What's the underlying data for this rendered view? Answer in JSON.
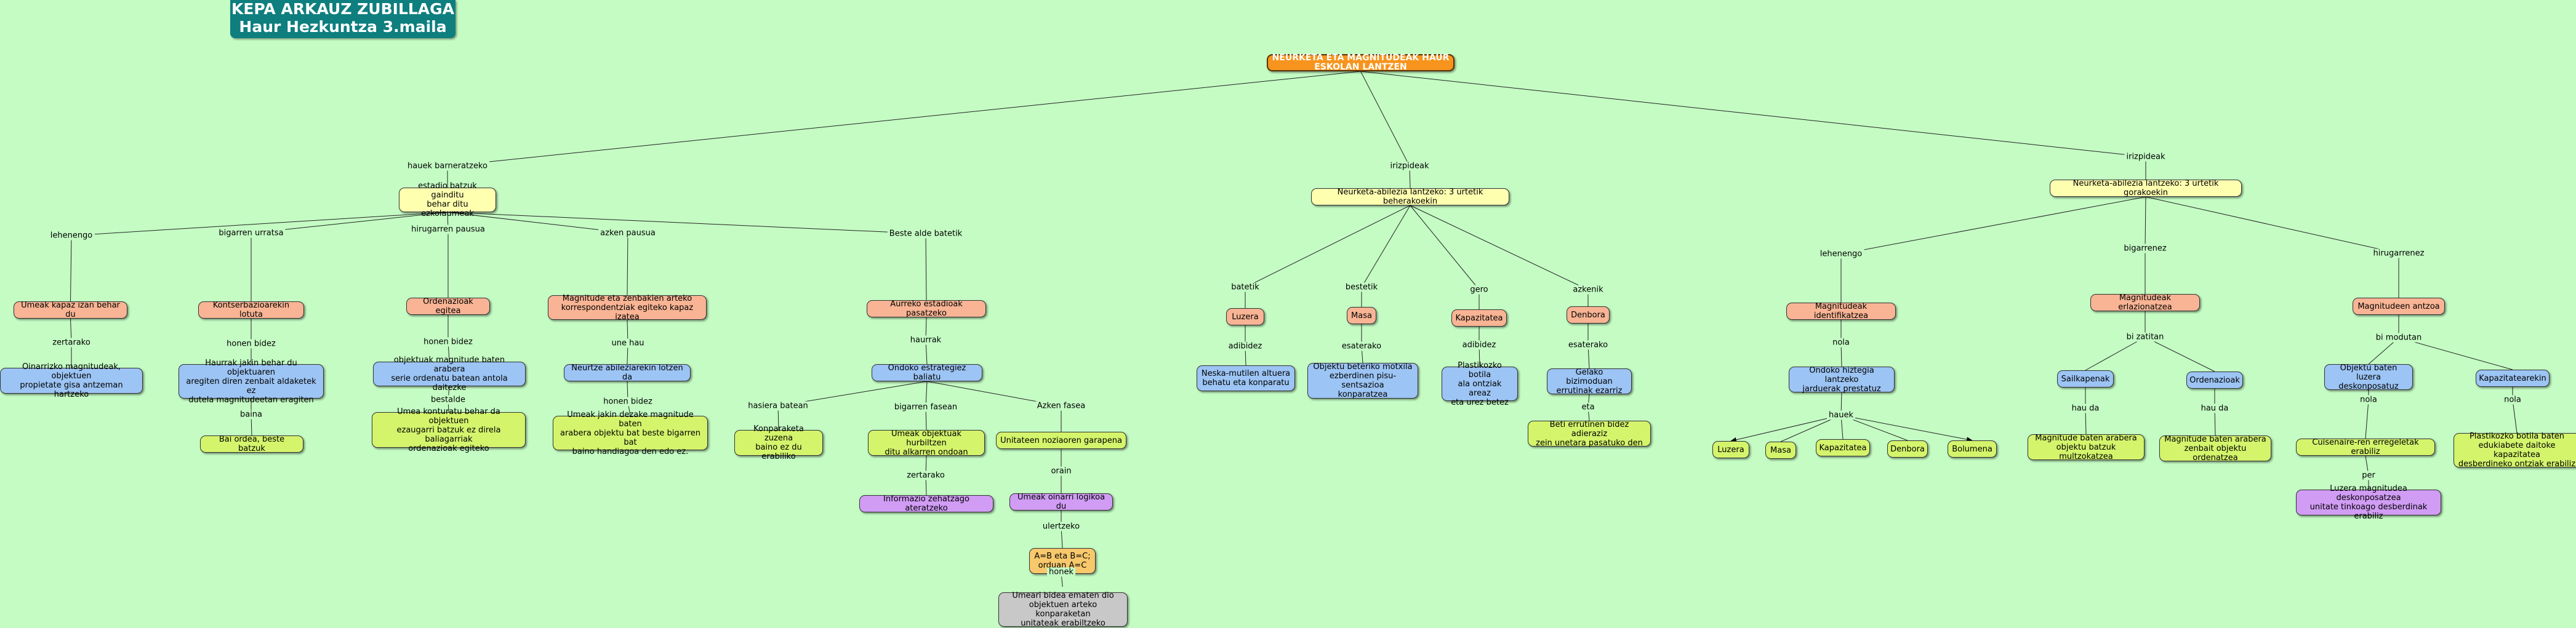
{
  "header": {
    "line1": "KEPA ARKAUZ ZUBILLAGA",
    "line2": "Haur Hezkuntza 3.maila"
  },
  "nodes": {
    "root": "NEURKETA ETA MAGNITUDEAK HAUR ESKOLAN LANTZEN",
    "estadio": "estadio batzuk gainditu\nbehar ditu ezkolaumeak",
    "l_kapaz": "Umeak kapaz izan behar du",
    "l_kontser": "Kontserbazioarekin lotuta",
    "l_ordenaz": "Ordenazioak egitea",
    "l_magnitude": "Magnitude eta zenbakien arteko\nkorrespondentziak egiteko kapaz izatea",
    "l_aurreko": "Aurreko estadioak pasatzeko",
    "l_ohar": "Oinarrizko magnitudeak, objektuen\npropietate gisa antzeman hartzeko",
    "l_haurrak": "Haurrak jakin behar du objektuaren\naregiten diren zenbait aldaketek ez\ndutela magnitudeetan eragiten",
    "l_objektuak": "objektuak magnitude baten arabera\nserie ordenatu batean antola daitezke",
    "l_neurtze": "Neurtze abileziarekin lotzen da",
    "l_ondoko": "Ondoko estrategiez baliatu",
    "l_beiordu": "Bai ordea, beste batzuk",
    "l_umeakon": "Umea konturatu behar da objektuen\nezaugarri batzuk ez direla baliagarriak\nordenazioak egiteko",
    "l_umeakjakin": "Umeak jakin dezake magnitude baten\narabera objektu bat beste bigarren bat\nbaino handiagoa den edo ez.",
    "l_konparaketa": "Konparaketa zuzena\nbaino ez du erabiliko",
    "l_umeakobj": "Umeak objektuak hurbiltzen\nditu alkarren ondoan",
    "l_unitateen": "Unitateen noziaoren garapena",
    "l_informazio": "Informazio zehatzago ateratzeko",
    "l_umeakuinarri": "Umeak oinarri logikoa du",
    "l_abc": "A=B eta B=C;\norduan A=C",
    "l_umeari": "Umeari bidea ematen dio\nobjektuen arteko konparaketan\nunitateak erabiltzeko",
    "m_neurketa": "Neurketa-abilezia lantzeko: 3 urtetik beherakoekin",
    "m_luzera": "Luzera",
    "m_masa": "Masa",
    "m_kapazitatea": "Kapazitatea",
    "m_denbora": "Denbora",
    "m_neska": "Neska-mutilen altuera\nbehatu eta konparatu",
    "m_objektu": "Objektu beteriko motxila\nezberdinen pisu-sentsazioa\nkonparatzea",
    "m_plastikozko": "Plastikozko botila\nala ontziak areaz\neta urez betez",
    "m_gelako": "Gelako bizimoduan\nerrutinak ezarriz",
    "m_gertakari": "Beti errutinen bidez adieraziz\nzein unetara pasatuko den",
    "r_neurketa": "Neurketa-abilezia lantzeko: 3 urtetik gorakoekin",
    "r_magid": "Magnitudeak identifikatzea",
    "r_magerl": "Magnitudeak erlazionatzea",
    "r_magantz": "Magnitudeen antzoa",
    "r_ondoko": "Ondoko hiztegia lantzeko\njarduerak prestatuz",
    "r_sailkapenak": "Sailkapenak",
    "r_ordenazioak": "Ordenazioak",
    "r_objektubat": "Objektu baten luzera\ndeskonposatuz",
    "r_kapazitatearekin": "Kapazitatearekin",
    "r_luzera": "Luzera",
    "r_masa": "Masa",
    "r_kapazitatea": "Kapazitatea",
    "r_denbora": "Denbora",
    "r_bolumena": "Bolumena",
    "r_magbat1": "Magnitude baten arabera\nobjektu batzuk multzokatzea",
    "r_magbat2": "Magnitude baten arabera\nzenbait objektu ordenatzea",
    "r_cuisenaire": "Cuisenaire-ren erregeletak erabiliz",
    "r_plastikozko": "Plastikozko botila baten\nedukiabete daitoke kapazitatea\ndesberdineko ontziak erabiliz",
    "r_luzeramag": "Luzera magnitudea deskonposatzea\nunitate tinkoago desberdinak erabiliz"
  },
  "labels": {
    "hauek_barneratzeko": "hauek barneratzeko",
    "irizpideak_mid": "irizpideak",
    "irizpideak_right": "irizpideak",
    "lehenengo_l": "lehenengo",
    "bigarren_l": "bigarren urratsa",
    "hirugarren_l": "hirugarren pausua",
    "azken_l": "azken pausua",
    "beste_l": "Beste alde batetik",
    "zertarako_l": "zertarako",
    "honen_bidez_1": "honen bidez",
    "honen_bidez_2": "honen bidez",
    "honen_bidez_3": "honen bidez",
    "une_hau": "une hau",
    "baina": "baina",
    "bestalde": "bestalde",
    "haurrak": "haurrak",
    "hasiera": "hasiera batean",
    "bigarren_fasean": "bigarren fasean",
    "azken_fasea": "Azken fasea",
    "zertarako_2": "zertarako",
    "orain": "orain",
    "ulertzeko": "ulertzeko",
    "honek": "honek",
    "batetik": "batetik",
    "bestetik": "bestetik",
    "gero": "gero",
    "azkenik": "azkenik",
    "adibidez_1": "adibidez",
    "esateraiko": "esaterako",
    "adibidez_2": "adibidez",
    "esaterako_2": "esaterako",
    "eta": "eta",
    "lehenengo_r": "lehenengo",
    "bigarrenez_r": "bigarrenez",
    "hirugarrenez_r": "hirugarrenez",
    "nola_1": "nola",
    "hauek": "hauek",
    "bi_zatitan": "bi zatitan",
    "bi_modutan": "bi modutan",
    "hau_da_1": "hau da",
    "hau_da_2": "hau da",
    "nola_2": "nola",
    "nola_3": "nola",
    "per": "per"
  }
}
